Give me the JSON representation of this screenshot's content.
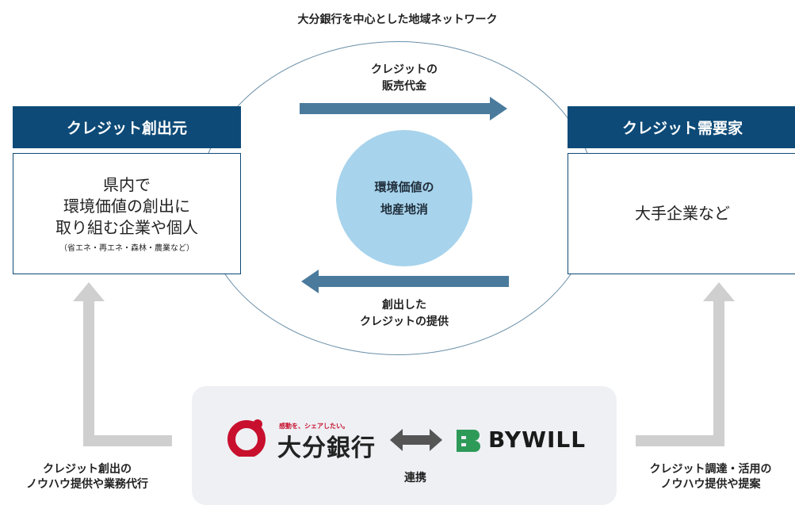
{
  "title": "大分銀行を中心とした地域ネットワーク",
  "creator": {
    "heading": "クレジット創出元",
    "lines": [
      "県内で",
      "環境価値の創出に",
      "取り組む企業や個人"
    ],
    "note": "（省エネ・再エネ・森林・農業など）"
  },
  "consumer": {
    "heading": "クレジット需要家",
    "body": "大手企業など"
  },
  "center": {
    "lines": [
      "環境価値の",
      "地産地消"
    ]
  },
  "flows": {
    "top": [
      "クレジットの",
      "販売代金"
    ],
    "bottom": [
      "創出した",
      "クレジットの提供"
    ]
  },
  "partners": {
    "oita_slogan": "感動を、シェアしたい。",
    "oita_name": "大分銀行",
    "bywill_name": "BYWILL",
    "link_label": "連携"
  },
  "support": {
    "left": [
      "クレジット創出の",
      "ノウハウ提供や業務代行"
    ],
    "right": [
      "クレジット調達・活用の",
      "ノウハウ提供や提案"
    ]
  },
  "colors": {
    "navy": "#0d4a77",
    "arrow_blue": "#4a7b9d",
    "circle_blue": "#a7d3ec",
    "gray_arrow": "#cfcfcf",
    "oita_red": "#c8102e",
    "bywill_green": "#2e9a58"
  }
}
